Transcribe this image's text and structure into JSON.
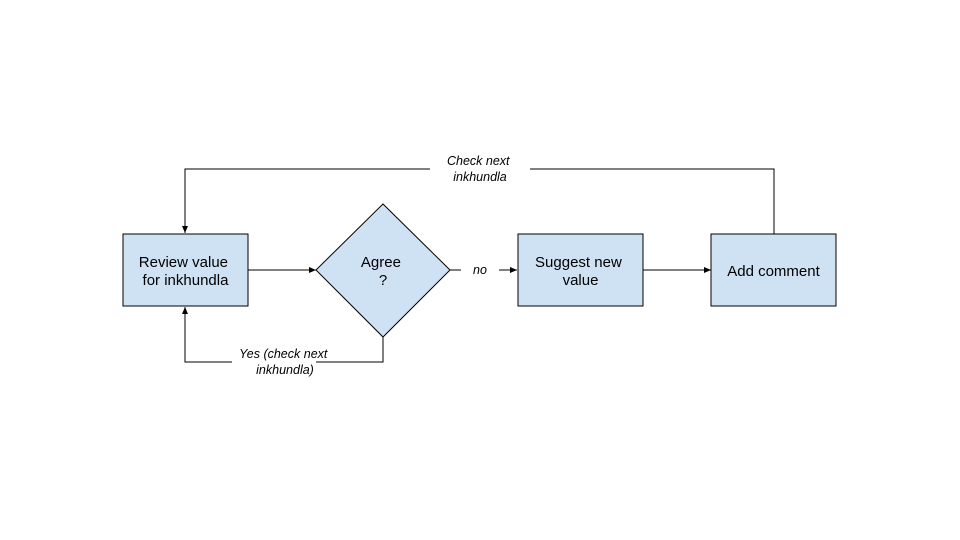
{
  "diagram": {
    "colors": {
      "node_fill": "#cfe2f3",
      "stroke": "#000000",
      "background": "#ffffff"
    },
    "nodes": {
      "review": {
        "shape": "rectangle",
        "lines": [
          "Review value",
          "for inkhundla"
        ]
      },
      "agree": {
        "shape": "diamond",
        "lines": [
          "Agree",
          "?"
        ]
      },
      "suggest": {
        "shape": "rectangle",
        "lines": [
          "Suggest new",
          "value"
        ]
      },
      "comment": {
        "shape": "rectangle",
        "lines": [
          "Add comment"
        ]
      }
    },
    "edges": {
      "review_to_agree": {
        "from": "review",
        "to": "agree",
        "label": []
      },
      "agree_to_suggest": {
        "from": "agree",
        "to": "suggest",
        "label": [
          "no"
        ]
      },
      "suggest_to_comment": {
        "from": "suggest",
        "to": "comment",
        "label": []
      },
      "comment_to_review": {
        "from": "comment",
        "to": "review",
        "label": [
          "Check next",
          "inkhundla"
        ]
      },
      "agree_to_review": {
        "from": "agree",
        "to": "review",
        "label": [
          "Yes (check next",
          "inkhundla)"
        ]
      }
    }
  }
}
